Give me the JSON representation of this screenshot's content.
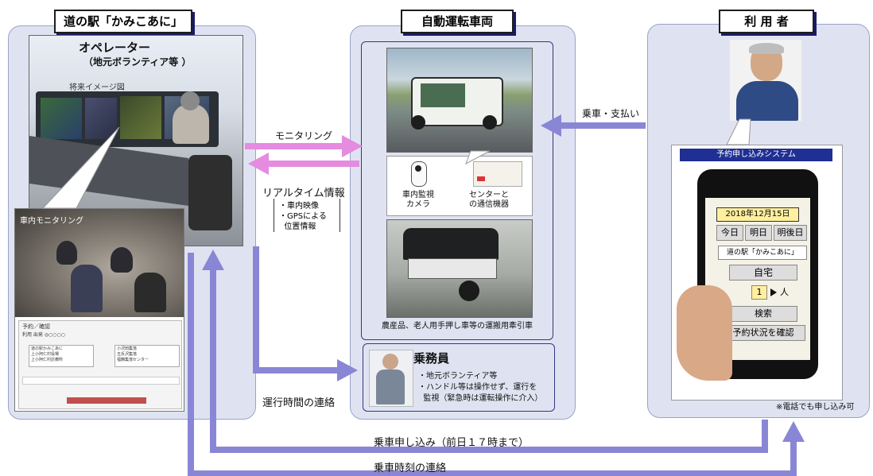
{
  "sections": {
    "station": {
      "title": "道の駅「かみこあに」"
    },
    "vehicle": {
      "title": "自動運転車両"
    },
    "user": {
      "title": "利 用 者"
    }
  },
  "operator": {
    "title": "オペレーター",
    "subtitle": "（地元ボランティア等 ）",
    "image_caption": "将来イメージ図"
  },
  "monitoring_screen": {
    "title": "車内モニタリング",
    "form_title": "予約／確認",
    "form_lines": [
      "利用  出発  ◎○○○○"
    ],
    "list_left": [
      "道の駅かみこあに",
      "上小阿仁村役場",
      "上小阿仁村診療所"
    ],
    "list_right": [
      "小沢田集落",
      "五反沢集落",
      "福舘集落センター"
    ]
  },
  "arrows": {
    "monitoring": "モニタリング",
    "realtime_info": "リアルタイム情報",
    "realtime_items": [
      "・車内映像",
      "・GPSによる",
      "  位置情報"
    ],
    "ride_payment": "乗車・支払い",
    "operation_contact": "運行時間の連絡",
    "ride_request": "乗車申し込み（前日１７時まで）",
    "ride_time_contact": "乗車時刻の連絡"
  },
  "vehicle": {
    "camera_label": "車内監視\nカメラ",
    "comm_label": "センターと\nの通信機器",
    "trailer_label": "農産品、老人用手押し車等の運搬用牽引車"
  },
  "crew": {
    "title": "乗務員",
    "bullets": [
      "・地元ボランティア等",
      "・ハンドル等は操作せず、運行を",
      "  監視（緊急時は運転操作に介入）"
    ]
  },
  "reservation_app": {
    "system_title": "予約申し込みシステム",
    "date": "2018年12月15日",
    "day_buttons": [
      "今日",
      "明日",
      "明後日"
    ],
    "origin": "道の駅「かみこあに」",
    "destination": "自宅",
    "count": "1",
    "count_unit": "人",
    "search": "検索",
    "check_status": "予約状況を確認"
  },
  "phone_note": "※電話でも申し込み可",
  "colors": {
    "panel": "#dfe3f1",
    "arrow_violet": "#8a86d6",
    "arrow_pink": "#e58be0",
    "app_header": "#1f2f93"
  }
}
